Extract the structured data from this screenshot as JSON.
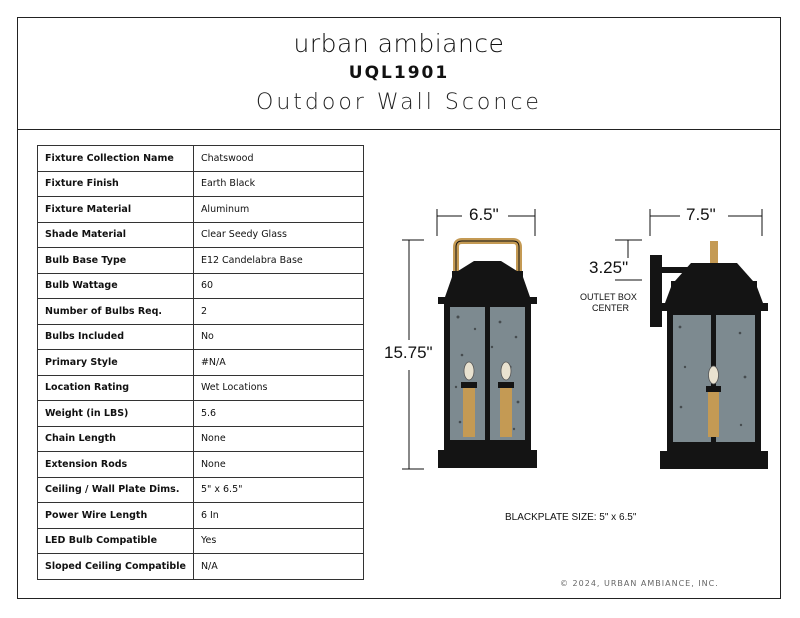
{
  "header": {
    "brand": "urban ambiance",
    "sku": "UQL1901",
    "product_type": "Outdoor Wall Sconce"
  },
  "specs": [
    {
      "label": "Fixture Collection Name",
      "value": "Chatswood"
    },
    {
      "label": "Fixture Finish",
      "value": "Earth Black"
    },
    {
      "label": "Fixture Material",
      "value": " Aluminum"
    },
    {
      "label": "Shade Material",
      "value": "Clear Seedy Glass"
    },
    {
      "label": "Bulb Base Type",
      "value": "E12 Candelabra Base"
    },
    {
      "label": "Bulb Wattage",
      "value": "60"
    },
    {
      "label": "Number of Bulbs Req.",
      "value": "2"
    },
    {
      "label": "Bulbs Included",
      "value": "No"
    },
    {
      "label": "Primary Style",
      "value": "#N/A"
    },
    {
      "label": "Location Rating",
      "value": "Wet Locations"
    },
    {
      "label": "Weight (in LBS)",
      "value": "5.6"
    },
    {
      "label": "Chain Length",
      "value": "None"
    },
    {
      "label": "Extension Rods",
      "value": "None"
    },
    {
      "label": "Ceiling / Wall Plate Dims.",
      "value": "5\" x 6.5\""
    },
    {
      "label": "Power Wire Length",
      "value": " 6 In"
    },
    {
      "label": "LED Bulb Compatible",
      "value": "Yes"
    },
    {
      "label": "Sloped Ceiling Compatible",
      "value": "N/A"
    }
  ],
  "diagram": {
    "front_width": "6.5\"",
    "height": "15.75\"",
    "side_depth": "7.5\"",
    "outlet_height": "3.25\"",
    "outlet_label_1": "OUTLET BOX",
    "outlet_label_2": "CENTER",
    "backplate": "BLACKPLATE SIZE: 5\" x 6.5\""
  },
  "colors": {
    "fixture_body": "#141414",
    "brass": "#c49a54",
    "glass": "#7d8a90"
  },
  "copyright": "© 2024, URBAN AMBIANCE, INC."
}
